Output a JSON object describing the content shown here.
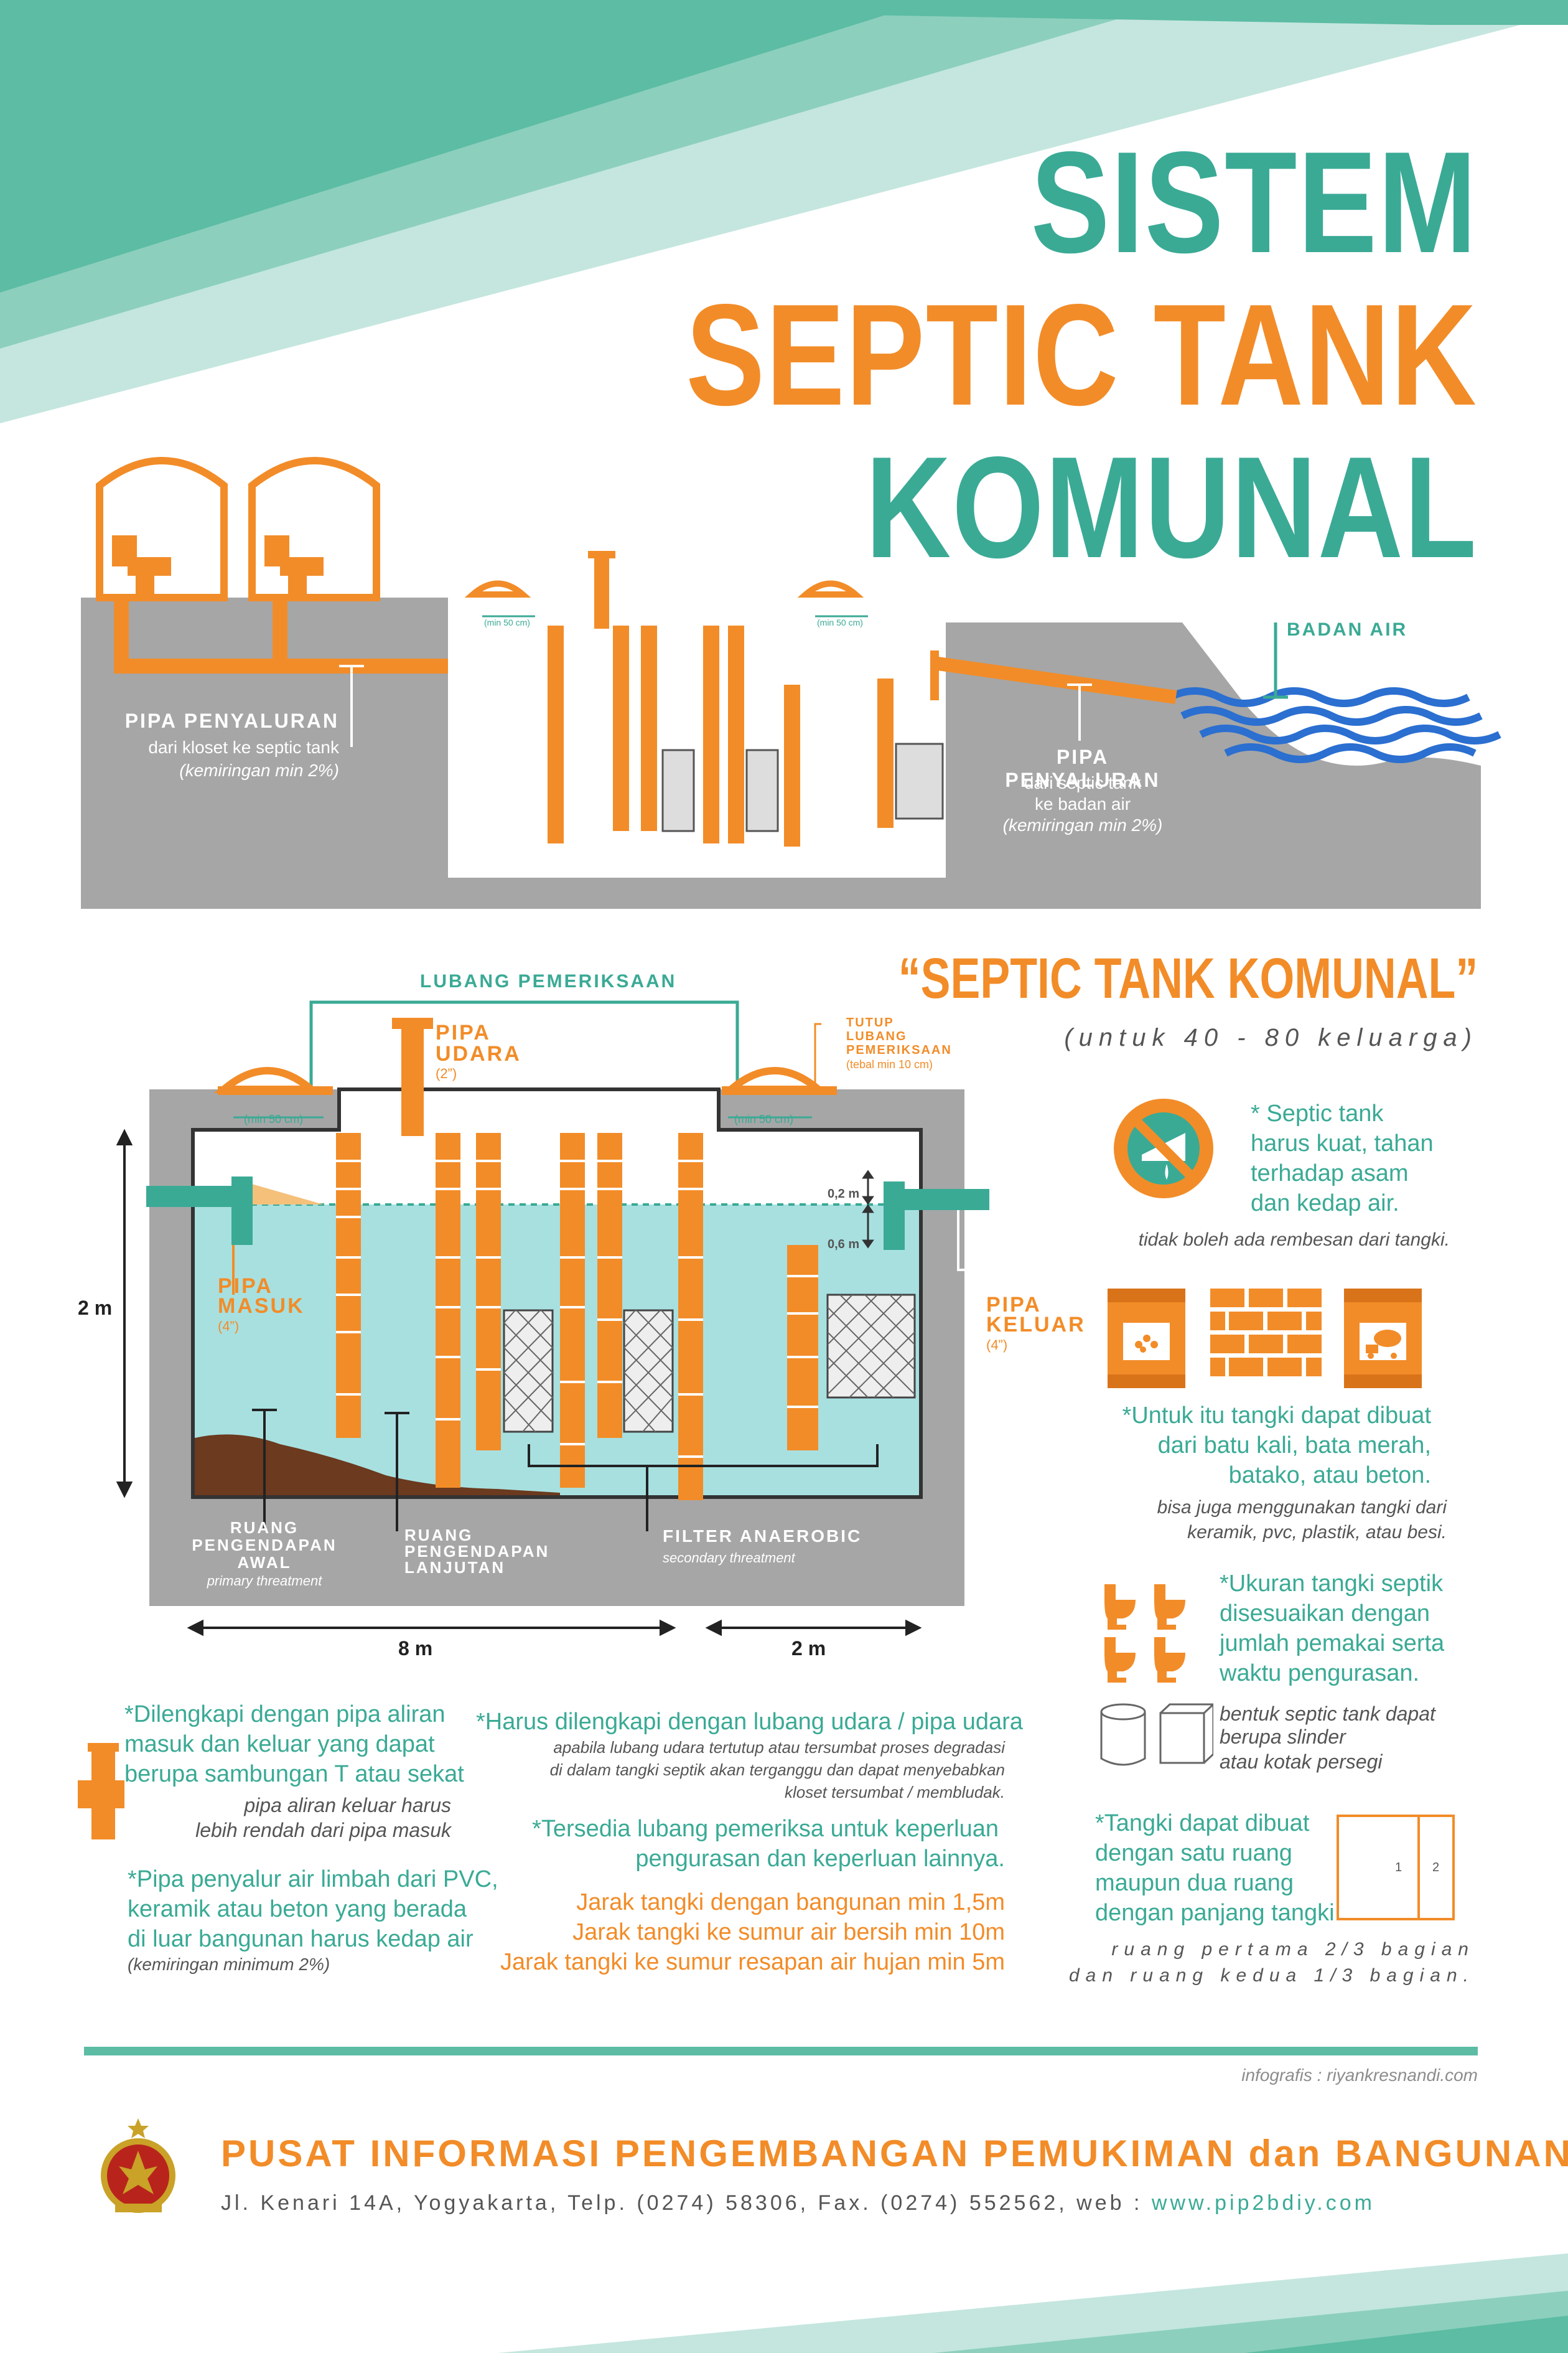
{
  "title": {
    "line1": "SISTEM",
    "line2": "SEPTIC TANK",
    "line3": "KOMUNAL"
  },
  "top_diagram": {
    "inlet_label": "PIPA PENYALURAN",
    "inlet_desc1": "dari kloset ke septic tank",
    "inlet_desc2": "(kemiringan min 2%)",
    "outlet_label": "PIPA PENYALURAN",
    "outlet_desc1": "dari septic tank",
    "outlet_desc2": "ke badan air",
    "outlet_desc3": "(kemiringan min 2%)",
    "water_label": "BADAN AIR",
    "min_left": "(min 50 cm)",
    "min_right": "(min 50 cm)"
  },
  "main_diagram": {
    "heading": "“SEPTIC TANK KOMUNAL”",
    "subheading": "(untuk 40 - 80 keluarga)",
    "lubang_label": "LUBANG PEMERIKSAAN",
    "pipa_udara_1": "PIPA",
    "pipa_udara_2": "UDARA",
    "pipa_udara_size": "(2”)",
    "tutup_1": "TUTUP",
    "tutup_2": "LUBANG",
    "tutup_3": "PEMERIKSAAN",
    "tutup_4": "(tebal min 10 cm)",
    "min_left": "(min 50 cm)",
    "min_right": "(min 50 cm)",
    "dim_02": "0,2 m",
    "dim_06": "0,6 m",
    "height": "2 m",
    "pipa_masuk_1": "PIPA",
    "pipa_masuk_2": "MASUK",
    "pipa_masuk_size": "(4”)",
    "pipa_keluar_1": "PIPA",
    "pipa_keluar_2": "KELUAR",
    "pipa_keluar_size": "(4”)",
    "ruang_awal_1": "RUANG",
    "ruang_awal_2": "PENGENDAPAN",
    "ruang_awal_3": "AWAL",
    "ruang_awal_sub": "primary threatment",
    "ruang_lanjut_1": "RUANG",
    "ruang_lanjut_2": "PENGENDAPAN",
    "ruang_lanjut_3": "LANJUTAN",
    "filter_label": "FILTER ANAEROBIC",
    "filter_sub": "secondary threatment",
    "length_8": "8 m",
    "length_2": "2 m"
  },
  "right_notes": {
    "n1_1": "* Septic tank",
    "n1_2": "harus kuat, tahan",
    "n1_3": "terhadap asam",
    "n1_4": "dan kedap air.",
    "n1_sub": "tidak boleh ada rembesan dari tangki.",
    "n2_1": "*Untuk itu tangki dapat dibuat",
    "n2_2": "dari batu kali, bata merah,",
    "n2_3": "batako, atau beton.",
    "n2_sub1": "bisa juga menggunakan tangki dari",
    "n2_sub2": "keramik, pvc, plastik, atau besi.",
    "n3_1": "*Ukuran tangki septik",
    "n3_2": "disesuaikan dengan",
    "n3_3": "jumlah pemakai serta",
    "n3_4": "waktu pengurasan.",
    "n3_sub1": "bentuk septic tank dapat",
    "n3_sub2": "berupa slinder",
    "n3_sub3": "atau kotak persegi",
    "n4_1": "*Tangki dapat dibuat",
    "n4_2": "dengan satu ruang",
    "n4_3": "maupun dua ruang",
    "n4_4": "dengan panjang tangki",
    "room1": "1",
    "room2": "2",
    "n4_sub1": "ruang pertama 2/3 bagian",
    "n4_sub2": "dan ruang kedua 1/3 bagian."
  },
  "bottom_notes": {
    "a1": "*Dilengkapi dengan pipa aliran",
    "a2": "masuk dan keluar yang dapat",
    "a3": "berupa sambungan T atau sekat",
    "a4": "pipa aliran keluar harus",
    "a5": "lebih rendah dari pipa masuk",
    "b1": "*Pipa penyalur air limbah dari PVC,",
    "b2": "keramik atau beton yang berada",
    "b3": "di luar bangunan harus kedap air",
    "b4": "(kemiringan minimum 2%)",
    "c1": "*Harus dilengkapi dengan lubang udara / pipa udara",
    "c2": "apabila lubang udara tertutup atau tersumbat proses degradasi",
    "c3": "di dalam tangki septik akan terganggu dan dapat menyebabkan",
    "c4": "kloset tersumbat / membludak.",
    "d1": "*Tersedia lubang pemeriksa untuk keperluan",
    "d2": "pengurasan dan keperluan lainnya.",
    "e1": "Jarak tangki dengan bangunan min 1,5m",
    "e2": "Jarak tangki ke sumur air bersih min 10m",
    "e3": "Jarak tangki ke sumur resapan air hujan min 5m"
  },
  "footer": {
    "credit": "infografis : riyankresnandi.com",
    "org": "PUSAT INFORMASI PENGEMBANGAN PEMUKIMAN dan BANGUNAN",
    "address_1": "Jl. Kenari 14A, Yogyakarta, Telp. (0274) 58306, Fax. (0274) 552562, web : ",
    "web": "www.pip2bdiy.com"
  },
  "colors": {
    "teal": "#3aaa95",
    "orange": "#f28c28",
    "gray": "#a6a6a6",
    "water": "#a8e0e0",
    "sludge": "#6b3a1f"
  }
}
